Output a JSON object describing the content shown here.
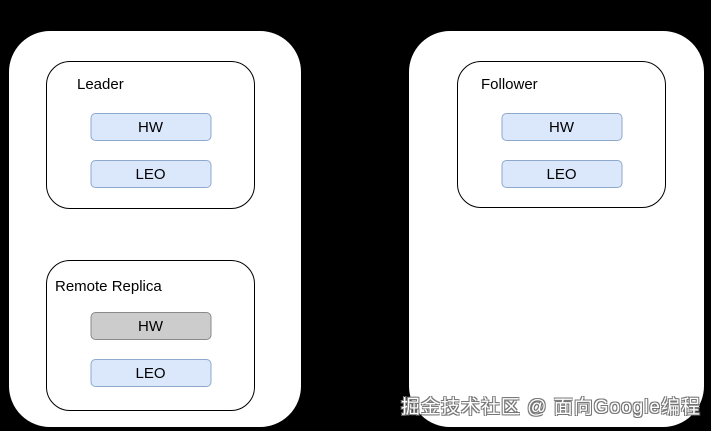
{
  "canvas": {
    "background": "#000000"
  },
  "panels": [
    {
      "name": "left-broker",
      "groups": [
        {
          "title": "Leader",
          "chips": [
            {
              "label": "HW",
              "variant": "blue"
            },
            {
              "label": "LEO",
              "variant": "blue"
            }
          ]
        },
        {
          "title": "Remote Replica",
          "chips": [
            {
              "label": "HW",
              "variant": "gray"
            },
            {
              "label": "LEO",
              "variant": "blue"
            }
          ]
        }
      ]
    },
    {
      "name": "right-broker",
      "groups": [
        {
          "title": "Follower",
          "chips": [
            {
              "label": "HW",
              "variant": "blue"
            },
            {
              "label": "LEO",
              "variant": "blue"
            }
          ]
        }
      ]
    }
  ],
  "watermark": {
    "text": "掘金技术社区 @ 面向Google编程"
  },
  "colors": {
    "background": "#000000",
    "panel_fill": "#ffffff",
    "line": "#000000",
    "chip_blue_fill": "#dbe8fc",
    "chip_blue_border": "#8ea9cc",
    "chip_gray_fill": "#cccccc",
    "chip_gray_border": "#8a8a8a"
  }
}
